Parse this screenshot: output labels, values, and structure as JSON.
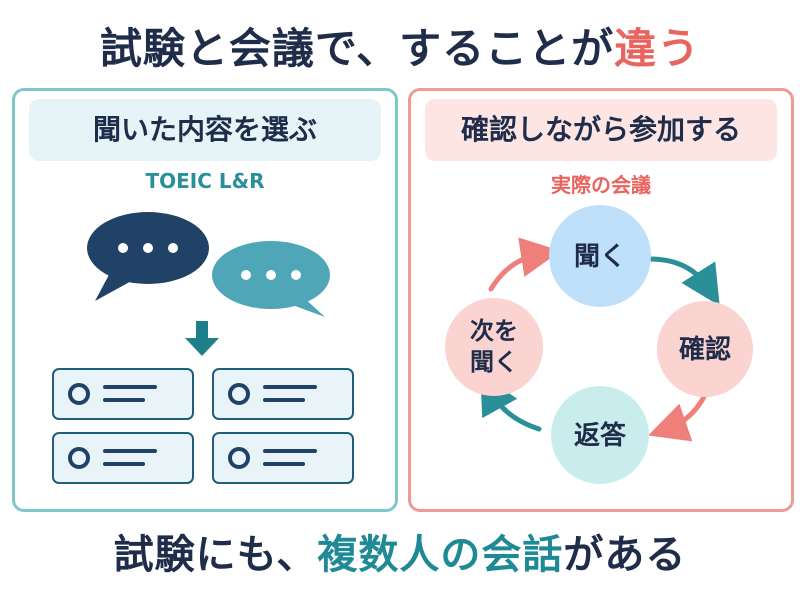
{
  "header": {
    "title_main": "試験と会議で、することが",
    "title_emphasis": "違う"
  },
  "left_panel": {
    "heading": "聞いた内容を選ぶ",
    "subheading": "TOEIC L&R",
    "icons": [
      "speech-bubble-icon",
      "speech-bubble-icon",
      "down-arrow-icon",
      "answer-option-icon"
    ]
  },
  "right_panel": {
    "heading": "確認しながら参加する",
    "subheading": "実際の会議",
    "cycle": [
      {
        "label": "聞く"
      },
      {
        "label": "確認"
      },
      {
        "label": "返答"
      },
      {
        "label_line1": "次を",
        "label_line2": "聞く"
      }
    ]
  },
  "footer": {
    "text_before": "試験にも、",
    "text_emphasis": "複数人の会話",
    "text_after": "がある"
  },
  "colors": {
    "navy": "#1f2d4a",
    "teal": "#2a8f99",
    "red_accent": "#e9645f",
    "node_blue": "#bfe0fa",
    "node_pink": "#fbd3d0",
    "node_mint": "#c9ecec"
  }
}
